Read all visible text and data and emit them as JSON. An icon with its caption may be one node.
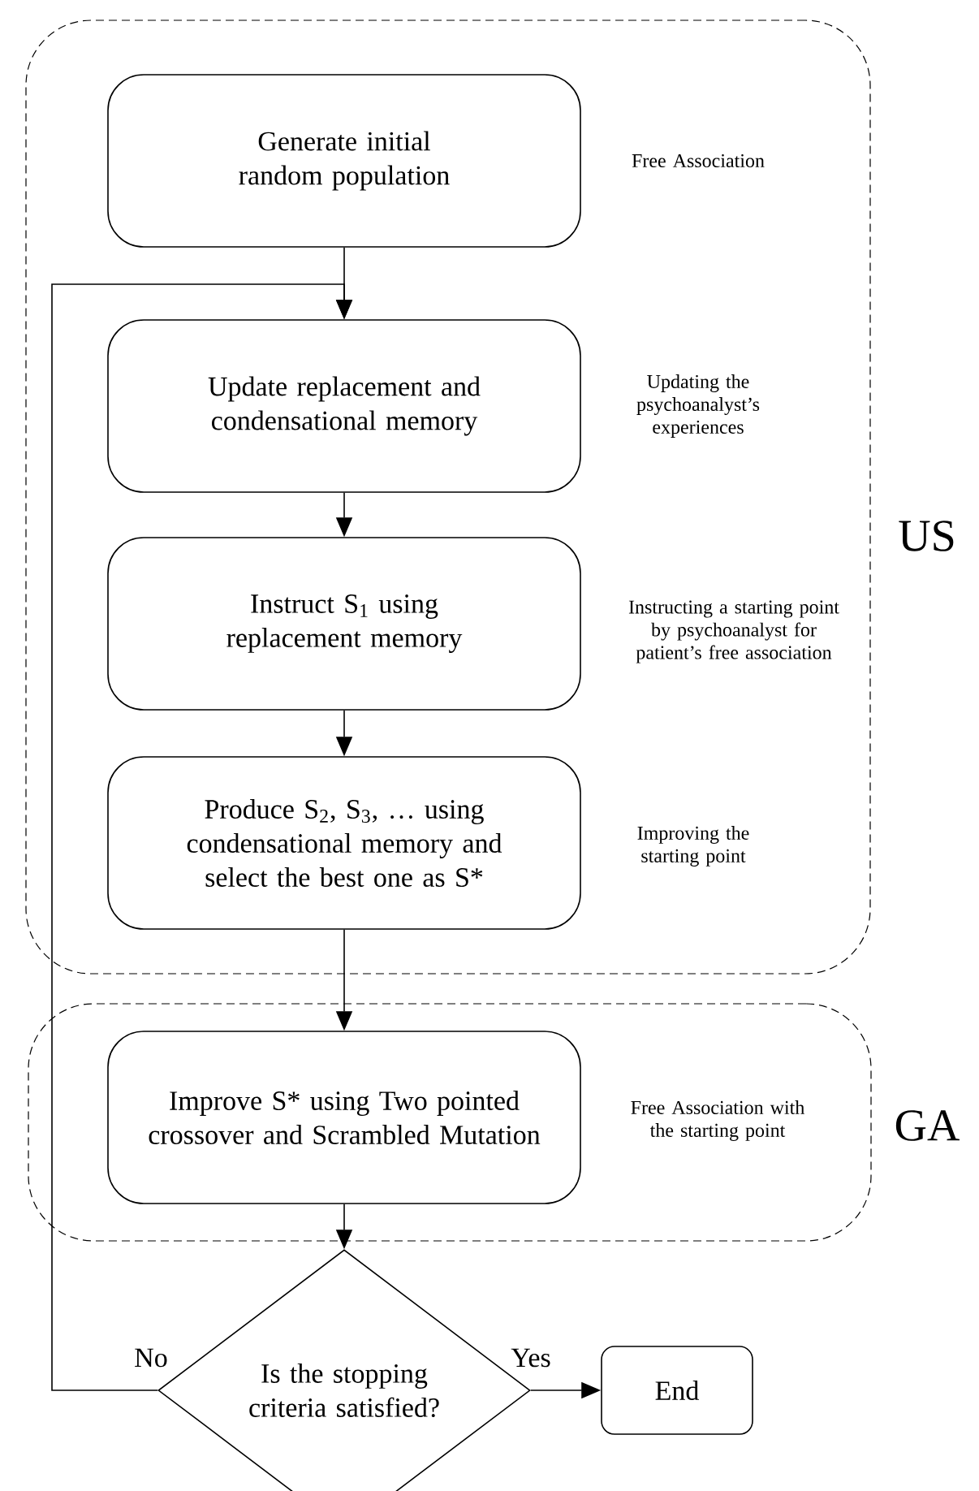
{
  "diagram": {
    "nodes": [
      {
        "text": [
          "US"
        ]
      },
      {
        "text": [
          "GA"
        ]
      },
      {
        "text": [
          "Generate initial random population"
        ],
        "in": 0,
        "beside": [
          "Free Association"
        ]
      },
      {
        "text": [
          "Update replacement and condensational memory"
        ],
        "in": 0,
        "beside": [
          "Updating the psychoanalyst’s experiences"
        ]
      },
      {
        "text": [
          "Instruct S$_{1}$ using replacement memory"
        ],
        "in": 0,
        "beside": [
          "Instructing a starting point by psychoanalyst for patient’s free association"
        ]
      },
      {
        "text": [
          "Produce S$_{2}$, S$_{3}$, … using condensational memory and select the best one as S*"
        ],
        "in": 0,
        "beside": [
          "Improving the starting point"
        ]
      },
      {
        "text": [
          "Improve S* using Two pointed crossover and Scrambled Mutation"
        ],
        "in": 1,
        "beside": [
          "Free Association with the starting point"
        ]
      },
      {
        "text": [
          "Is the stopping criteria satisfied?"
        ]
      },
      {
        "text": [
          "End"
        ]
      }
    ],
    "edges": [
      {
        "from": 2,
        "to": 3,
        "arrow": "to"
      },
      {
        "from": 3,
        "to": 4,
        "arrow": "to"
      },
      {
        "from": 4,
        "to": 5,
        "arrow": "to"
      },
      {
        "from": 5,
        "to": 6,
        "arrow": "to"
      },
      {
        "from": 6,
        "to": 7,
        "arrow": "to"
      },
      {
        "from": 7,
        "to": 8,
        "arrow": "to",
        "label": "Yes"
      },
      {
        "from": 7,
        "to": 3,
        "arrow": "to",
        "label": "No"
      }
    ]
  }
}
